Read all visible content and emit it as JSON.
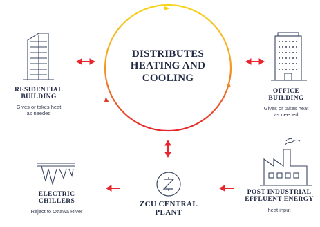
{
  "center": {
    "line1": "DISTRIBUTES",
    "line2": "HEATING AND",
    "line3": "COOLING"
  },
  "nodes": {
    "residential": {
      "title1": "RESIDENTIAL",
      "title2": "BUILDING",
      "sub1": "Gives or takes heat",
      "sub2": "as needed"
    },
    "office": {
      "title1": "OFFICE",
      "title2": "BUILDING",
      "sub1": "Gives or takes heat",
      "sub2": "as needed"
    },
    "chillers": {
      "title1": "ELECTRIC",
      "title2": "CHILLERS",
      "sub1": "Reject to Ottawa River"
    },
    "plant": {
      "title1": "ZCU CENTRAL",
      "title2": "PLANT"
    },
    "effluent": {
      "title1": "POST INDUSTRIAL",
      "title2": "EFFLUENT ENERGY",
      "sub1": "heat input"
    }
  },
  "colors": {
    "arrow_red": "#e8262e",
    "ring_top": "#f5d21b",
    "ring_bottom": "#e5302b",
    "icon_stroke": "#3a4660"
  }
}
